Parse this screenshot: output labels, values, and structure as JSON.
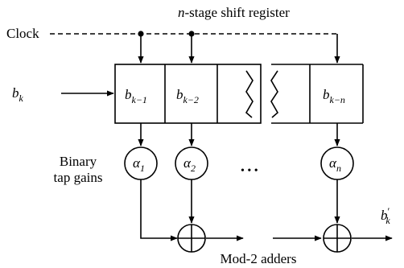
{
  "labels": {
    "title_n": "n",
    "title_rest": "-stage shift register",
    "clock": "Clock",
    "input_b": "b",
    "input_sub": "k",
    "binary_line1": "Binary",
    "binary_line2": "tap gains",
    "output_b": "b",
    "output_prime": "′",
    "output_sub": "k",
    "adders": "Mod-2 adders",
    "ellipsis": "• • •"
  },
  "cells": [
    {
      "base": "b",
      "sub": "k−1"
    },
    {
      "base": "b",
      "sub": "k−2"
    },
    {
      "base": "b",
      "sub": "k−n"
    }
  ],
  "taps": [
    {
      "base": "α",
      "sub": "1"
    },
    {
      "base": "α",
      "sub": "2"
    },
    {
      "base": "α",
      "sub": "n"
    }
  ]
}
